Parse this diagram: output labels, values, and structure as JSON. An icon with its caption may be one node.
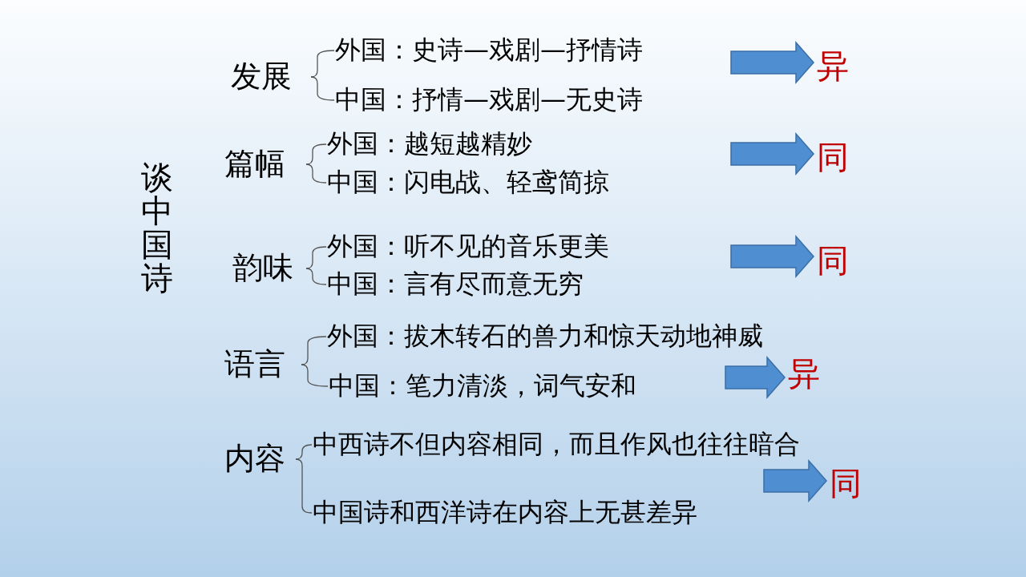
{
  "diagram": {
    "title": "谈中国诗",
    "nodes": [
      {
        "text": [
          "发展"
        ]
      },
      {
        "text": [
          "外国：史诗—戏剧—抒情诗"
        ]
      },
      {
        "text": [
          "中国：抒情—戏剧—无史诗"
        ]
      },
      {
        "text": [
          "异"
        ]
      },
      {
        "text": [
          "篇幅"
        ]
      },
      {
        "text": [
          "外国：越短越精妙"
        ]
      },
      {
        "text": [
          "中国：闪电战、轻鸢简掠"
        ]
      },
      {
        "text": [
          "同"
        ]
      },
      {
        "text": [
          "韵味"
        ]
      },
      {
        "text": [
          "外国：听不见的音乐更美"
        ]
      },
      {
        "text": [
          "中国：言有尽而意无穷"
        ]
      },
      {
        "text": [
          "同"
        ]
      },
      {
        "text": [
          "语言"
        ]
      },
      {
        "text": [
          "外国：拔木转石的兽力和惊天动地神威"
        ]
      },
      {
        "text": [
          "中国：笔力清淡，词气安和"
        ]
      },
      {
        "text": [
          "异"
        ]
      },
      {
        "text": [
          "内容"
        ]
      },
      {
        "text": [
          "中西诗不但内容相同，而且作风也往往暗合"
        ]
      },
      {
        "text": [
          "中国诗和西洋诗在内容上无甚差异"
        ]
      },
      {
        "text": [
          "同"
        ]
      }
    ],
    "edges": [
      {
        "from": 0,
        "to": 1,
        "arrow": "none"
      },
      {
        "from": 0,
        "to": 2,
        "arrow": "none"
      },
      {
        "from": null,
        "to": 3,
        "arrow": "to"
      },
      {
        "from": 4,
        "to": 5,
        "arrow": "none"
      },
      {
        "from": 4,
        "to": 6,
        "arrow": "none"
      },
      {
        "from": null,
        "to": 7,
        "arrow": "to"
      },
      {
        "from": 8,
        "to": 9,
        "arrow": "none"
      },
      {
        "from": 8,
        "to": 10,
        "arrow": "none"
      },
      {
        "from": null,
        "to": 11,
        "arrow": "to"
      },
      {
        "from": 12,
        "to": 13,
        "arrow": "none"
      },
      {
        "from": 12,
        "to": 14,
        "arrow": "none"
      },
      {
        "from": null,
        "to": 15,
        "arrow": "to"
      },
      {
        "from": 16,
        "to": 17,
        "arrow": "none"
      },
      {
        "from": 16,
        "to": 18,
        "arrow": "none"
      },
      {
        "from": null,
        "to": 19,
        "arrow": "to"
      }
    ]
  }
}
